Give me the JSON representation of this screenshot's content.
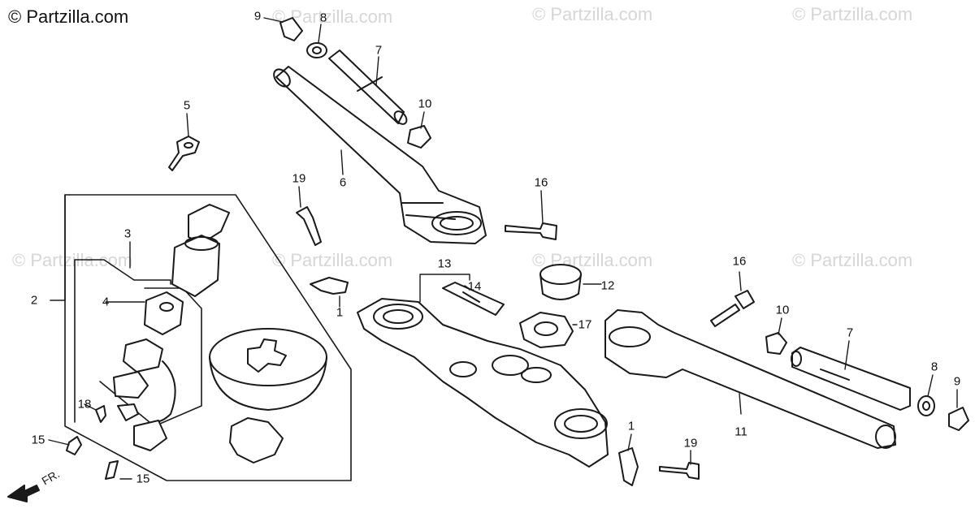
{
  "copyright": "© Partzilla.com",
  "watermark": "© Partzilla.com",
  "direction_label": "FR.",
  "callouts": [
    {
      "id": "c9a",
      "text": "9"
    },
    {
      "id": "c8a",
      "text": "8"
    },
    {
      "id": "c7a",
      "text": "7"
    },
    {
      "id": "c10a",
      "text": "10"
    },
    {
      "id": "c5",
      "text": "5"
    },
    {
      "id": "c6",
      "text": "6"
    },
    {
      "id": "c19a",
      "text": "19"
    },
    {
      "id": "c16a",
      "text": "16"
    },
    {
      "id": "c3",
      "text": "3"
    },
    {
      "id": "c2",
      "text": "2"
    },
    {
      "id": "c4",
      "text": "4"
    },
    {
      "id": "c13",
      "text": "13"
    },
    {
      "id": "c14",
      "text": "14"
    },
    {
      "id": "c12",
      "text": "12"
    },
    {
      "id": "c17",
      "text": "17"
    },
    {
      "id": "c1a",
      "text": "1"
    },
    {
      "id": "c18",
      "text": "18"
    },
    {
      "id": "c15a",
      "text": "15"
    },
    {
      "id": "c15b",
      "text": "15"
    },
    {
      "id": "c16b",
      "text": "16"
    },
    {
      "id": "c10b",
      "text": "10"
    },
    {
      "id": "c7b",
      "text": "7"
    },
    {
      "id": "c8b",
      "text": "8"
    },
    {
      "id": "c9b",
      "text": "9"
    },
    {
      "id": "c11",
      "text": "11"
    },
    {
      "id": "c1b",
      "text": "1"
    },
    {
      "id": "c19b",
      "text": "19"
    }
  ],
  "colors": {
    "ink": "#1a1a1a",
    "watermark": "#d6d6d6"
  }
}
